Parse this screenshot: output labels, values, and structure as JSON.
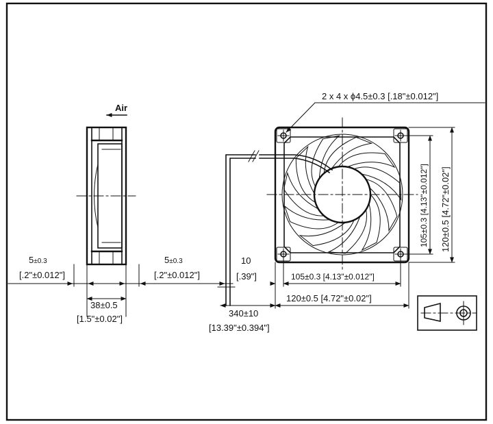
{
  "air_label": "Air",
  "hole_callout": "2 x 4 x ϕ4.5±0.3 [.18\"±0.012\"]",
  "dims": {
    "left_gap": {
      "metric": "5",
      "tol": "±0.3",
      "inch": "[.2\"±0.012\"]"
    },
    "mid_gap": {
      "metric": "5",
      "tol": "±0.3",
      "inch": "[.2\"±0.012\"]"
    },
    "thickness": {
      "metric": "38±0.5",
      "inch": "[1.5\"±0.02\"]"
    },
    "strip": {
      "metric": "10",
      "inch": "[.39\"]"
    },
    "lead_length": {
      "metric": "340±10",
      "inch": "[13.39\"±0.394\"]"
    },
    "hole_pitch_h": "105±0.3  [4.13\"±0.012\"]",
    "frame_width_h": "120±0.5  [4.72\"±0.02\"]",
    "hole_pitch_v": "105±0.3  [4.13\"±0.012\"]",
    "frame_width_v": "120±0.5  [4.72\"±0.02\"]"
  },
  "projection_symbol": "first-angle-projection-icon",
  "colors": {
    "ink": "#111111",
    "paper": "#ffffff"
  }
}
